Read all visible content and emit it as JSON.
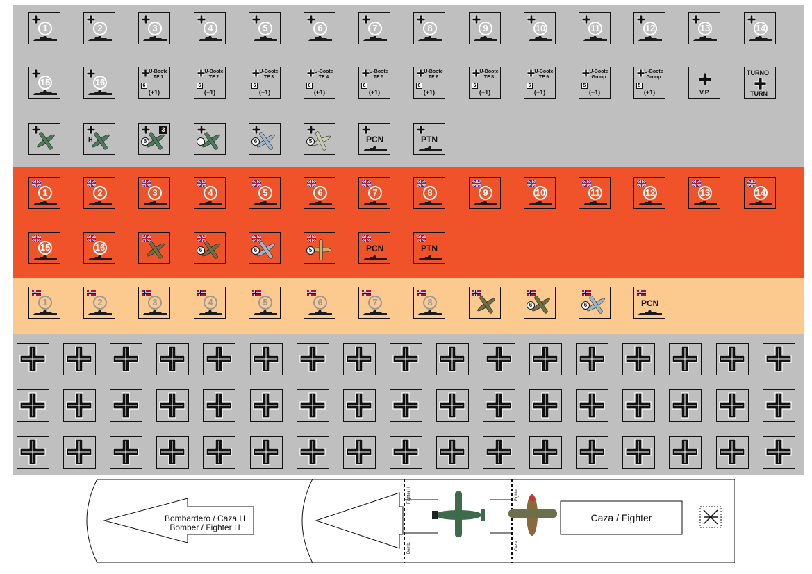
{
  "german": {
    "ships": [
      "1",
      "2",
      "3",
      "4",
      "5",
      "6",
      "7",
      "8",
      "9",
      "10",
      "11",
      "12",
      "13",
      "14",
      "15",
      "16"
    ],
    "uboats": [
      {
        "title1": "U-Boote",
        "title2": "TF 1",
        "strength": "6",
        "mod": "(+1)"
      },
      {
        "title1": "U-Boote",
        "title2": "TF 2",
        "strength": "6",
        "mod": "(+1)"
      },
      {
        "title1": "U-Boote",
        "title2": "TF 3",
        "strength": "6",
        "mod": "(+1)"
      },
      {
        "title1": "U-Boote",
        "title2": "TF 4",
        "strength": "6",
        "mod": "(+1)"
      },
      {
        "title1": "U-Boote",
        "title2": "TF 5",
        "strength": "6",
        "mod": "(+1)"
      },
      {
        "title1": "U-Boote",
        "title2": "TF 6",
        "strength": "6",
        "mod": "(+1)"
      },
      {
        "title1": "U-Boote",
        "title2": "TF 8",
        "strength": "6",
        "mod": "(+1)"
      },
      {
        "title1": "U-Boote",
        "title2": "TF 9",
        "strength": "6",
        "mod": "(+1)"
      },
      {
        "title1": "U-Boote",
        "title2": "Group",
        "strength": "5",
        "mod": "(+1)"
      },
      {
        "title1": "U-Boote",
        "title2": "Group",
        "strength": "5",
        "mod": "(+1)"
      }
    ],
    "vp_label": "V.P",
    "turn_top": "TURNO",
    "turn_bottom": "TURN",
    "air_tags": {
      "h": "H",
      "six_a": "6",
      "three": "3",
      "six_b": "6",
      "five": "5"
    },
    "pcn": "PCN",
    "ptn": "PTN"
  },
  "british": {
    "ships": [
      "1",
      "2",
      "3",
      "4",
      "5",
      "6",
      "7",
      "8",
      "9",
      "10",
      "11",
      "12",
      "13",
      "14",
      "15",
      "16"
    ],
    "air_tags": {
      "six_a": "6",
      "six_b": "6",
      "five": "5"
    },
    "pcn": "PCN",
    "ptn": "PTN"
  },
  "norway": {
    "ships": [
      "1",
      "2",
      "3",
      "4",
      "5",
      "6",
      "7",
      "8"
    ],
    "air_tags": {
      "six_a": "6",
      "six_b": "6"
    },
    "pcn": "PCN"
  },
  "track": {
    "bomber_es": "Bombardero / Caza H",
    "bomber_en": "Bomber / Fighter H",
    "fighter_label": "Caza / Fighter",
    "fighter_h": "Fighter H",
    "bomb": "Bomb.",
    "fighter": "Fighter",
    "caza": "Caza"
  },
  "colors": {
    "german_band": "#bfbfbf",
    "british_band": "#f0522a",
    "norway_band": "#fcc98f",
    "german_plane": "#3e6b4c",
    "british_plane": "#6b6f4a",
    "light_plane": "#9fb6c9"
  },
  "icons": [
    "balkenkreuz-icon",
    "union-jack-icon",
    "norway-flag-icon",
    "ship-silhouette-icon",
    "aircraft-icon",
    "cross-marker-icon"
  ]
}
